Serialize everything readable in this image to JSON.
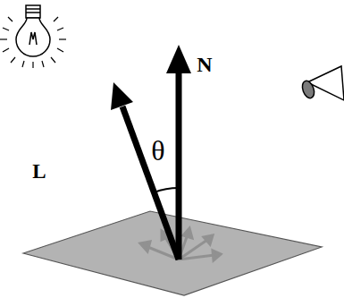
{
  "diagram": {
    "labels": [
      "N",
      "L",
      "θ"
    ]
  }
}
